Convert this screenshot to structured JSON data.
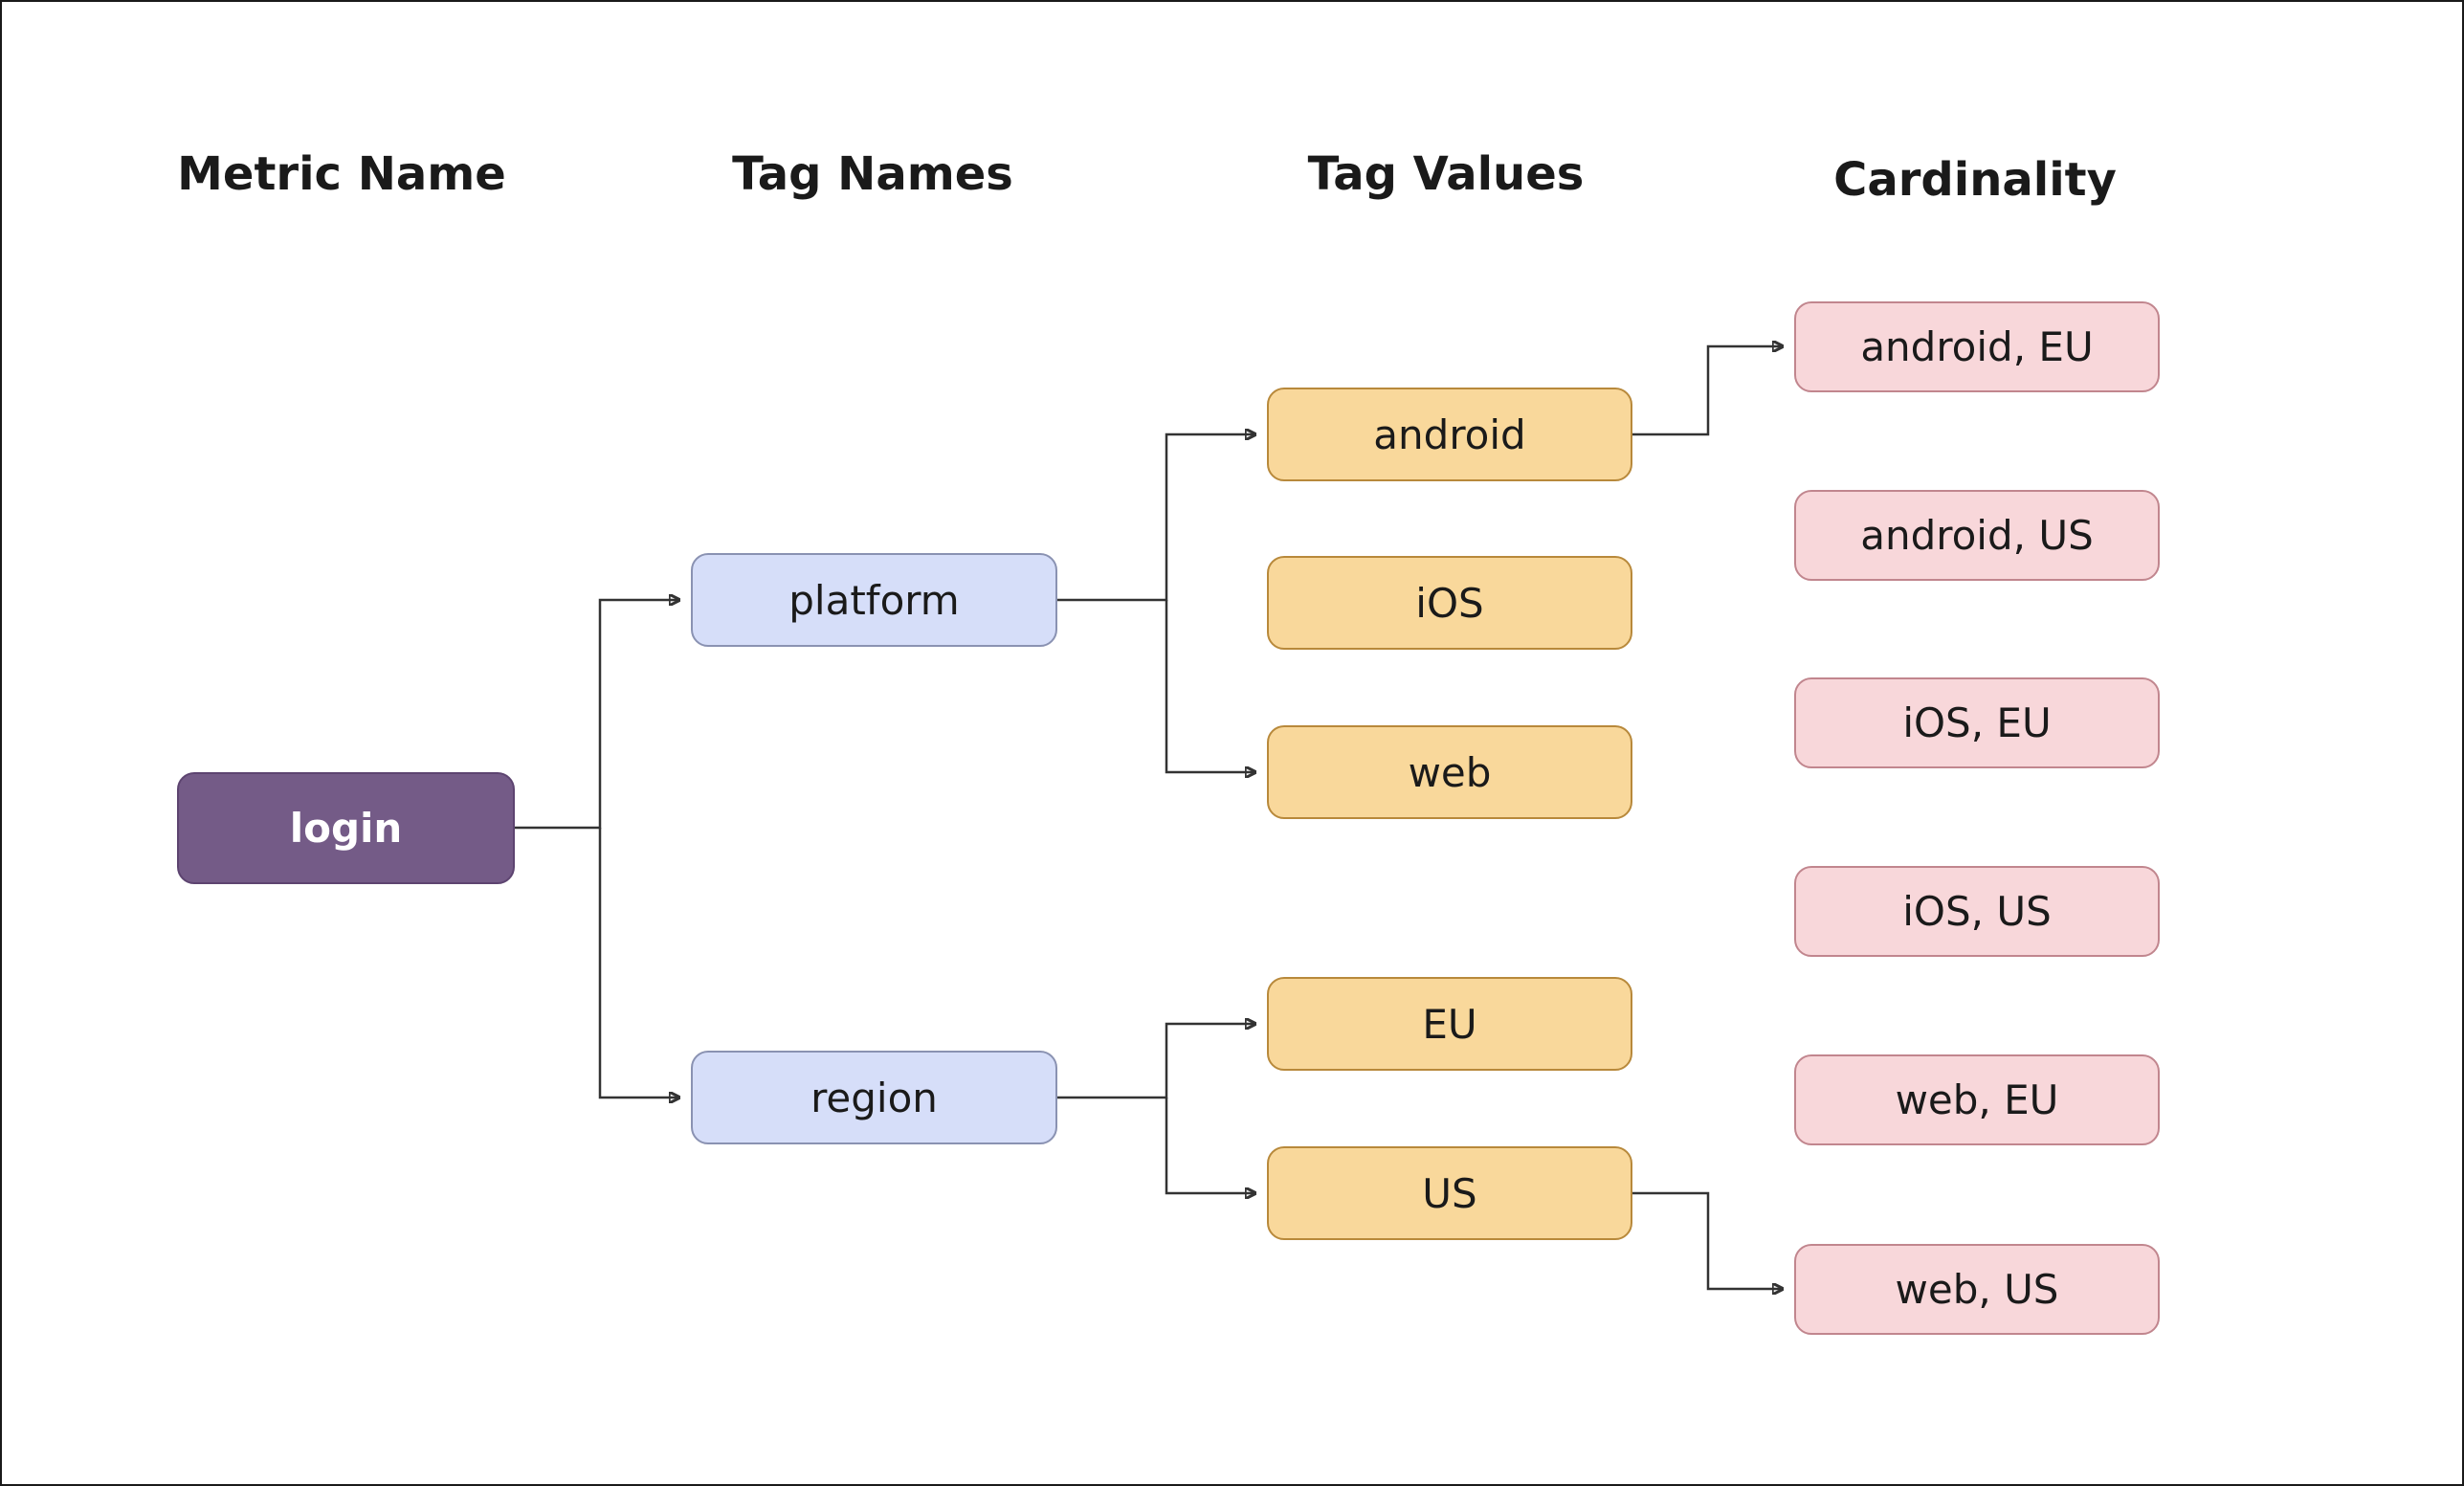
{
  "diagram": {
    "headers": [
      {
        "label": "Metric Name"
      },
      {
        "label": "Tag Names"
      },
      {
        "label": "Tag Values"
      },
      {
        "label": "Cardinality"
      }
    ],
    "metric": {
      "label": "login"
    },
    "tag_names": [
      {
        "label": "platform"
      },
      {
        "label": "region"
      }
    ],
    "tag_values": [
      {
        "label": "android"
      },
      {
        "label": "iOS"
      },
      {
        "label": "web"
      },
      {
        "label": "EU"
      },
      {
        "label": "US"
      }
    ],
    "cardinality": [
      {
        "label": "android, EU"
      },
      {
        "label": "android, US"
      },
      {
        "label": "iOS, EU"
      },
      {
        "label": "iOS, US"
      },
      {
        "label": "web, EU"
      },
      {
        "label": "web, US"
      }
    ],
    "colors": {
      "metric_fill": "#745B87",
      "metric_border": "#5D4470",
      "metric_text": "#ffffff",
      "tag_name_fill": "#D6DEF9",
      "tag_name_border": "#8A92B2",
      "tag_value_fill": "#F9D89B",
      "tag_value_border": "#B8893B",
      "cardinality_fill": "#F8D7DA",
      "cardinality_border": "#C1868E",
      "connector": "#333333"
    }
  }
}
